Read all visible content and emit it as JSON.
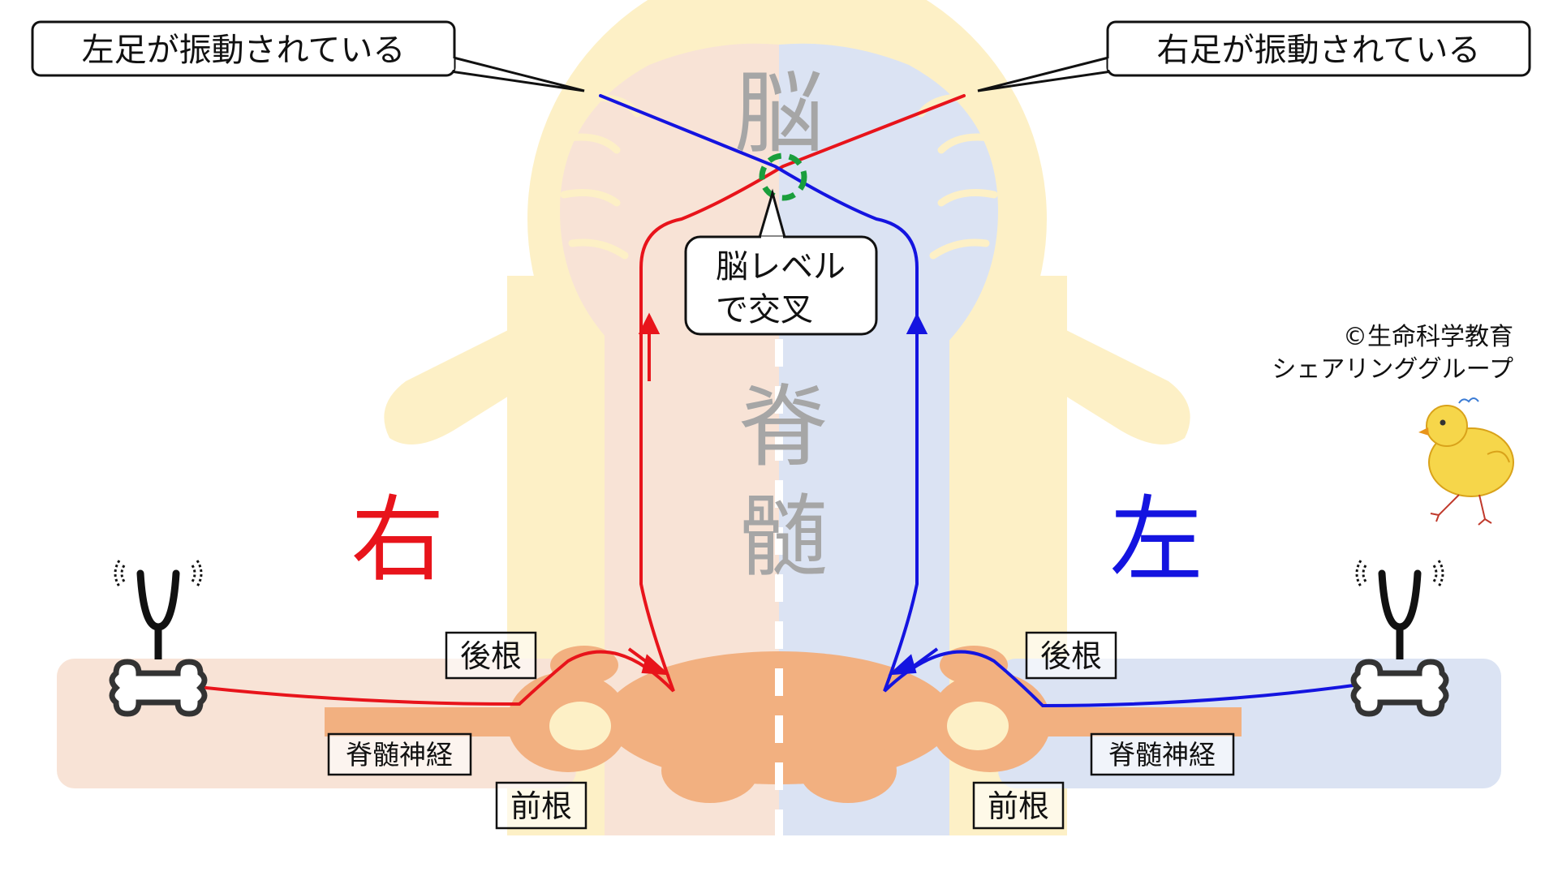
{
  "callouts": {
    "left_vibration": "左足が振動されている",
    "right_vibration": "右足が振動されている",
    "crossing_line1": "脳レベル",
    "crossing_line2": "で交叉"
  },
  "organ_labels": {
    "brain": "脳",
    "spinal_1": "脊",
    "spinal_2": "髄"
  },
  "side_labels": {
    "right": "右",
    "left": "左"
  },
  "root_labels": {
    "dorsal_root_left": "後根",
    "dorsal_root_right": "後根",
    "spinal_nerve_left": "脊髄神経",
    "spinal_nerve_right": "脊髄神経",
    "ventral_root_left": "前根",
    "ventral_root_right": "前根"
  },
  "credit": {
    "line1": "©生命科学教育",
    "line2": "シェアリンググループ"
  },
  "colors": {
    "right_path": "#e8141b",
    "left_path": "#1414e0",
    "crossing_marker": "#1a9e3c",
    "spine_glow": "#fdf0c6",
    "right_half": "#f8e3d6",
    "left_half": "#dbe3f3",
    "ganglion": "#f2b080",
    "label_gray": "#a6a6a6"
  },
  "icons": {
    "tuning_fork": "tuning-fork-icon",
    "bone": "bone-icon",
    "chick": "chick-mascot"
  }
}
